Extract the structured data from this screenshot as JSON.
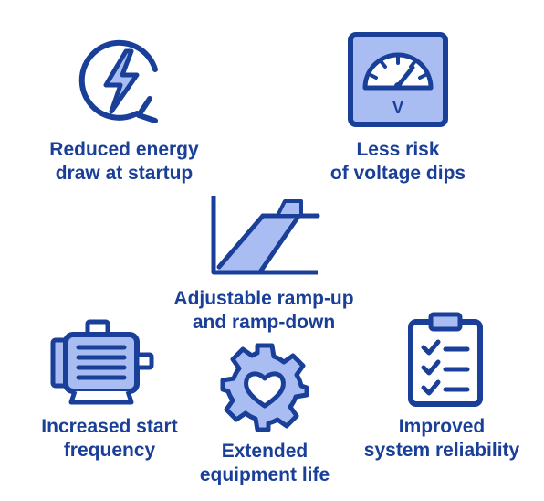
{
  "colors": {
    "stroke": "#1a3f99",
    "fill_light": "#a9bdf3",
    "background": "#ffffff"
  },
  "features": [
    {
      "icon": "lightning-cycle-icon",
      "lines": [
        "Reduced energy",
        "draw at startup"
      ]
    },
    {
      "icon": "voltmeter-icon",
      "lines": [
        "Less risk",
        "of voltage dips"
      ],
      "meter_letter": "V"
    },
    {
      "icon": "ramp-graph-icon",
      "lines": [
        "Adjustable ramp-up",
        "and ramp-down"
      ]
    },
    {
      "icon": "motor-icon",
      "lines": [
        "Increased start",
        "frequency"
      ]
    },
    {
      "icon": "gear-heart-icon",
      "lines": [
        "Extended",
        "equipment life"
      ]
    },
    {
      "icon": "checklist-clipboard-icon",
      "lines": [
        "Improved",
        "system reliability"
      ]
    }
  ]
}
